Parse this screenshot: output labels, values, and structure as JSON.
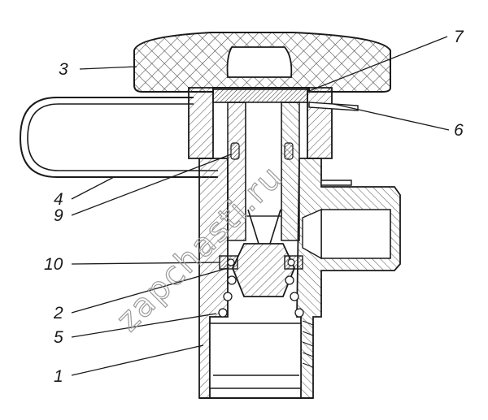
{
  "diagram": {
    "labels": {
      "l1": "1",
      "l2": "2",
      "l3": "3",
      "l4": "4",
      "l5": "5",
      "l6": "6",
      "l7": "7",
      "l9": "9",
      "l10": "10"
    },
    "watermark": "zapchasti.ru",
    "colors": {
      "outline": "#1a1a1a",
      "hatch": "#555555",
      "background": "#ffffff"
    }
  }
}
